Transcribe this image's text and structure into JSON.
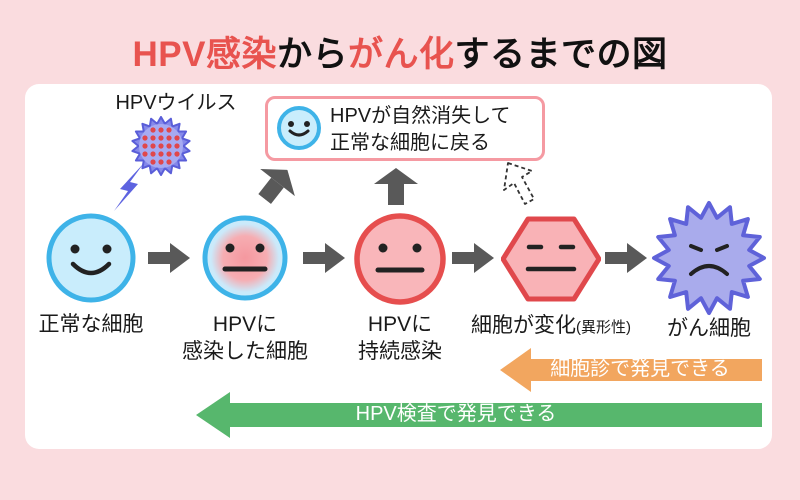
{
  "title": {
    "seg1": "HPV感染",
    "seg2": "から",
    "seg3": "がん化",
    "seg4": "するまでの図"
  },
  "virus": {
    "label": "HPVウイルス"
  },
  "callout": {
    "line1": "HPVが自然消失して",
    "line2": "正常な細胞に戻る"
  },
  "cells": [
    {
      "name": "normal-cell",
      "line1": "正常な細胞"
    },
    {
      "name": "hpv-infected-cell",
      "line1": "HPVに",
      "line2": "感染した細胞"
    },
    {
      "name": "persistent-hpv-infection",
      "line1": "HPVに",
      "line2": "持続感染"
    },
    {
      "name": "changed-cell-dysplasia",
      "line1": "細胞が変化",
      "suffix": "(異形性)"
    },
    {
      "name": "cancer-cell",
      "line1": "がん細胞"
    }
  ],
  "detection": {
    "cytology": "細胞診で発見できる",
    "hpv_test": "HPV検査で発見できる"
  },
  "colors": {
    "background_pink": "#fadcdf",
    "title_red": "#e8534f",
    "cell_blue_border": "#3eb3e8",
    "cell_blue_fill": "#c9edfc",
    "infected_glow_pink": "#f5989f",
    "cell_red_border": "#e64e4e",
    "cell_pink_fill": "#f9b6ba",
    "cancer_purple_fill": "#a9abec",
    "cancer_purple_border": "#5f62d9",
    "virus_purple": "#8589ea",
    "arrow_gray": "#595959",
    "cytology_orange": "#f2a65f",
    "hpv_test_green": "#57b76d",
    "callout_border_pink": "#f59aa2"
  }
}
